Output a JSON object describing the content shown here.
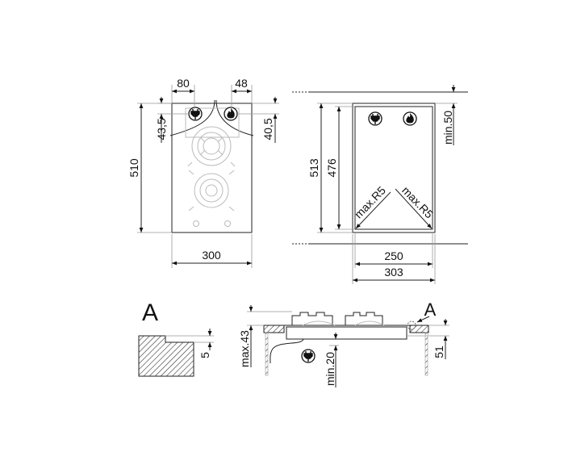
{
  "top_view": {
    "dim_plug_offset": "80",
    "dim_gas_offset": "48",
    "dim_plug_depth": "43,5",
    "dim_gas_depth": "40,5",
    "dim_depth": "510",
    "dim_width": "300",
    "icons": [
      "electric-plug-icon",
      "gas-flame-icon"
    ]
  },
  "cutout_view": {
    "dim_outer_depth": "513",
    "dim_inner_depth": "476",
    "dim_wall_clearance": "min.50",
    "radius_left": "max.R5",
    "radius_right": "max.R5",
    "dim_inner_width": "250",
    "dim_outer_width": "303"
  },
  "detail_a": {
    "label": "A",
    "dim_step": "5"
  },
  "side_view": {
    "dim_height": "max.43",
    "dim_clearance": "min.20",
    "detail_ref": "A",
    "dim_thickness": "51"
  },
  "colors": {
    "line": "#222222",
    "hatch": "#333333",
    "light_line": "#bbbbbb"
  }
}
